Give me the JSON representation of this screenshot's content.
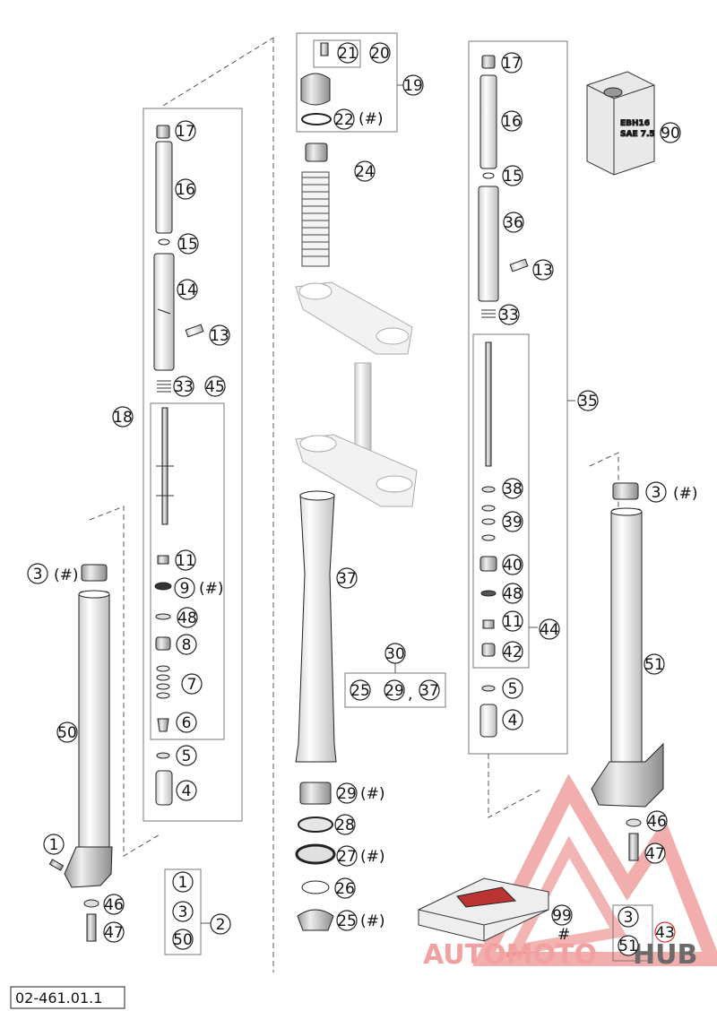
{
  "diagram_code": "02-461.01.1",
  "watermark": {
    "part1": "AUTOMOTO",
    "part2": "HUB",
    "color_primary": "#f2a0a0",
    "color_secondary": "#e04848"
  },
  "oil_label": {
    "line1": "EBH16",
    "line2": "SAE 7.5"
  },
  "callouts": {
    "c1": "1",
    "c2": "2",
    "c3": "3",
    "c4": "4",
    "c5": "5",
    "c6": "6",
    "c7": "7",
    "c8": "8",
    "c9": "9",
    "c11": "11",
    "c13": "13",
    "c14": "14",
    "c15": "15",
    "c16": "16",
    "c17": "17",
    "c18": "18",
    "c19": "19",
    "c20": "20",
    "c21": "21",
    "c22": "22",
    "c24": "24",
    "c25": "25",
    "c26": "26",
    "c27": "27",
    "c28": "28",
    "c29": "29",
    "c30": "30",
    "c33": "33",
    "c35": "35",
    "c36": "36",
    "c37": "37",
    "c38": "38",
    "c39": "39",
    "c40": "40",
    "c42": "42",
    "c43": "43",
    "c44": "44",
    "c45": "45",
    "c46": "46",
    "c47": "47",
    "c48": "48",
    "c50": "50",
    "c51": "51",
    "c90": "90",
    "c99": "99"
  },
  "marks": {
    "hash": "(#)",
    "hash_plain": "#",
    "comma": ","
  }
}
